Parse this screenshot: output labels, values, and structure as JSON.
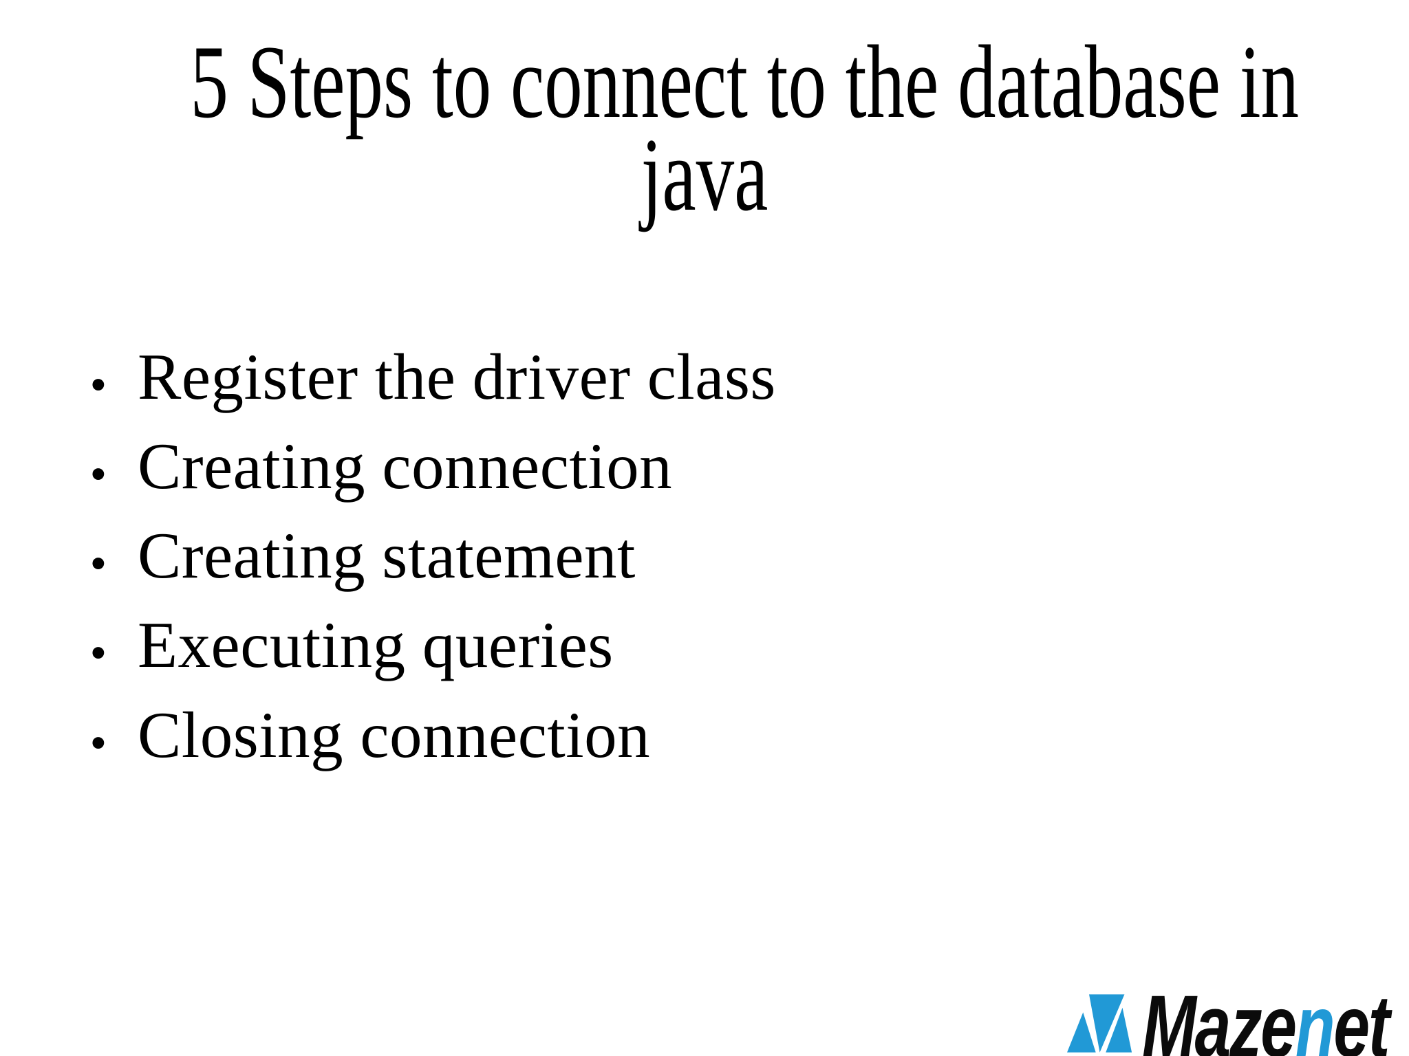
{
  "slide": {
    "title": {
      "line1": "5 Steps to connect to the database in",
      "line2": "java"
    },
    "list": {
      "bullet_char": "•",
      "items": [
        "Register the driver class",
        "Creating connection",
        "Creating statement",
        "Executing queries",
        "Closing connection"
      ]
    },
    "logo": {
      "icon": "mazenet-triangles-mark",
      "brand_parts": {
        "part1": "Maze",
        "part2": "n",
        "part3": "et"
      },
      "colors": {
        "brand_blue": "#2199D6",
        "text_black": "#0B0B0B"
      }
    },
    "colors": {
      "background": "#FFFFFF",
      "text": "#000000"
    }
  }
}
